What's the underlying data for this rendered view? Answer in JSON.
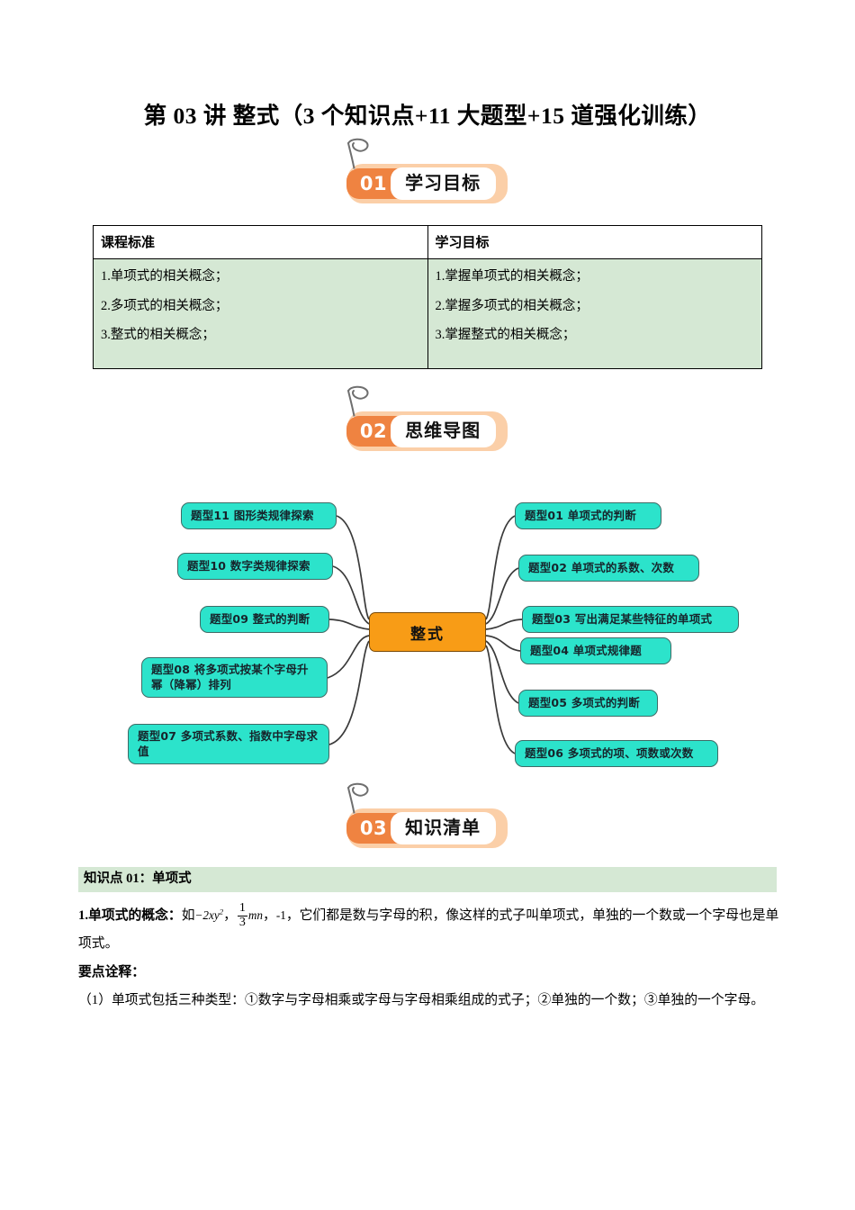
{
  "document": {
    "title": "第 03 讲  整式（3 个知识点+11 大题型+15 道强化训练）"
  },
  "sections": [
    {
      "number": "01",
      "label": "学习目标"
    },
    {
      "number": "02",
      "label": "思维导图"
    },
    {
      "number": "03",
      "label": "知识清单"
    }
  ],
  "objectives_table": {
    "headers": [
      "课程标准",
      "学习目标"
    ],
    "left_items": [
      "1.单项式的相关概念；",
      "2.多项式的相关概念；",
      "3.整式的相关概念；"
    ],
    "right_items": [
      "1.掌握单项式的相关概念；",
      "2.掌握多项式的相关概念；",
      "3.掌握整式的相关概念；"
    ]
  },
  "mindmap": {
    "center": "整式",
    "right_nodes": [
      "题型01  单项式的判断",
      "题型02  单项式的系数、次数",
      "题型03  写出满足某些特征的单项式",
      "题型04  单项式规律题",
      "题型05  多项式的判断",
      "题型06  多项式的项、项数或次数"
    ],
    "left_nodes": [
      "题型11  图形类规律探索",
      "题型10  数字类规律探索",
      "题型09  整式的判断",
      "题型08  将多项式按某个字母升幂（降幂）排列",
      "题型07  多项式系数、指数中字母求值"
    ]
  },
  "knowledge": {
    "point_heading": "知识点 01：单项式",
    "concept_label": "1.单项式的概念：",
    "concept_lead": "如",
    "example_1": "−2xy",
    "example_1_exp": "2",
    "example_fraction_num": "1",
    "example_fraction_den": "3",
    "example_fraction_var": "mn",
    "example_3": "-1",
    "concept_tail": "，它们都是数与字母的积，像这样的式子叫单项式，单独的一个数或一个字母也是单项式。",
    "notes_label": "要点诠释：",
    "note_1": "（1）单项式包括三种类型：①数字与字母相乘或字母与字母相乘组成的式子；②单独的一个数；③单独的一个字母。"
  },
  "colors": {
    "banner_outer": "#fbcfa8",
    "banner_number": "#ef8341",
    "table_fill": "#d5e8d4",
    "node_fill": "#2ce3cb",
    "center_fill": "#f89c16"
  }
}
